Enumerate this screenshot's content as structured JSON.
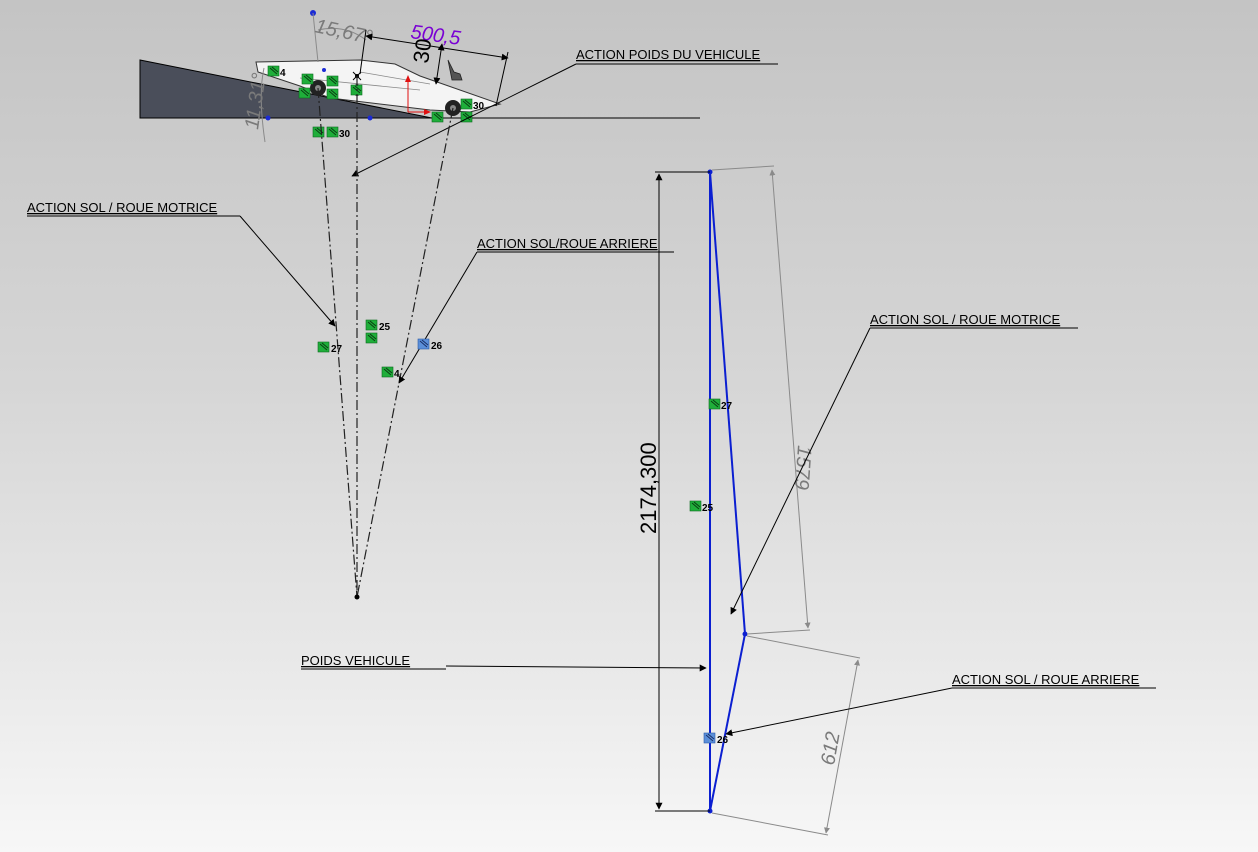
{
  "colors": {
    "vector_blue": "#0b1fd1",
    "relation_green": "#1fae3a",
    "relation_blue": "#5b8fd9",
    "dimension_purple": "#7a00d4",
    "dimension_gray": "#7a7a7a",
    "ramp_fill": "#4a4e5a"
  },
  "annotations": {
    "action_poids_vehicule": "ACTION POIDS DU VEHICULE",
    "action_sol_roue_motrice_left": "ACTION SOL / ROUE MOTRICE",
    "action_sol_roue_arriere_left": "ACTION SOL/ROUE ARRIERE",
    "action_sol_roue_motrice_right": "ACTION SOL / ROUE MOTRICE",
    "poids_vehicule": "POIDS VEHICULE",
    "action_sol_roue_arriere_right": "ACTION SOL / ROUE ARRIERE"
  },
  "dimensions": {
    "angle_top": "15,67°",
    "length_top": "500,5",
    "offset_top": "30",
    "ramp_angle": "11,31°",
    "vertical_total": "2174,300",
    "motrice_length": "1579",
    "arriere_length": "612"
  },
  "relations": {
    "r4_top": "4",
    "r30_top_right": "30",
    "r30_bottom": "30",
    "r25_mid": "25",
    "r27_mid": "27",
    "r26_mid": "26",
    "r4_mid": "4",
    "r27_right": "27",
    "r25_right": "25",
    "r26_right": "26"
  }
}
